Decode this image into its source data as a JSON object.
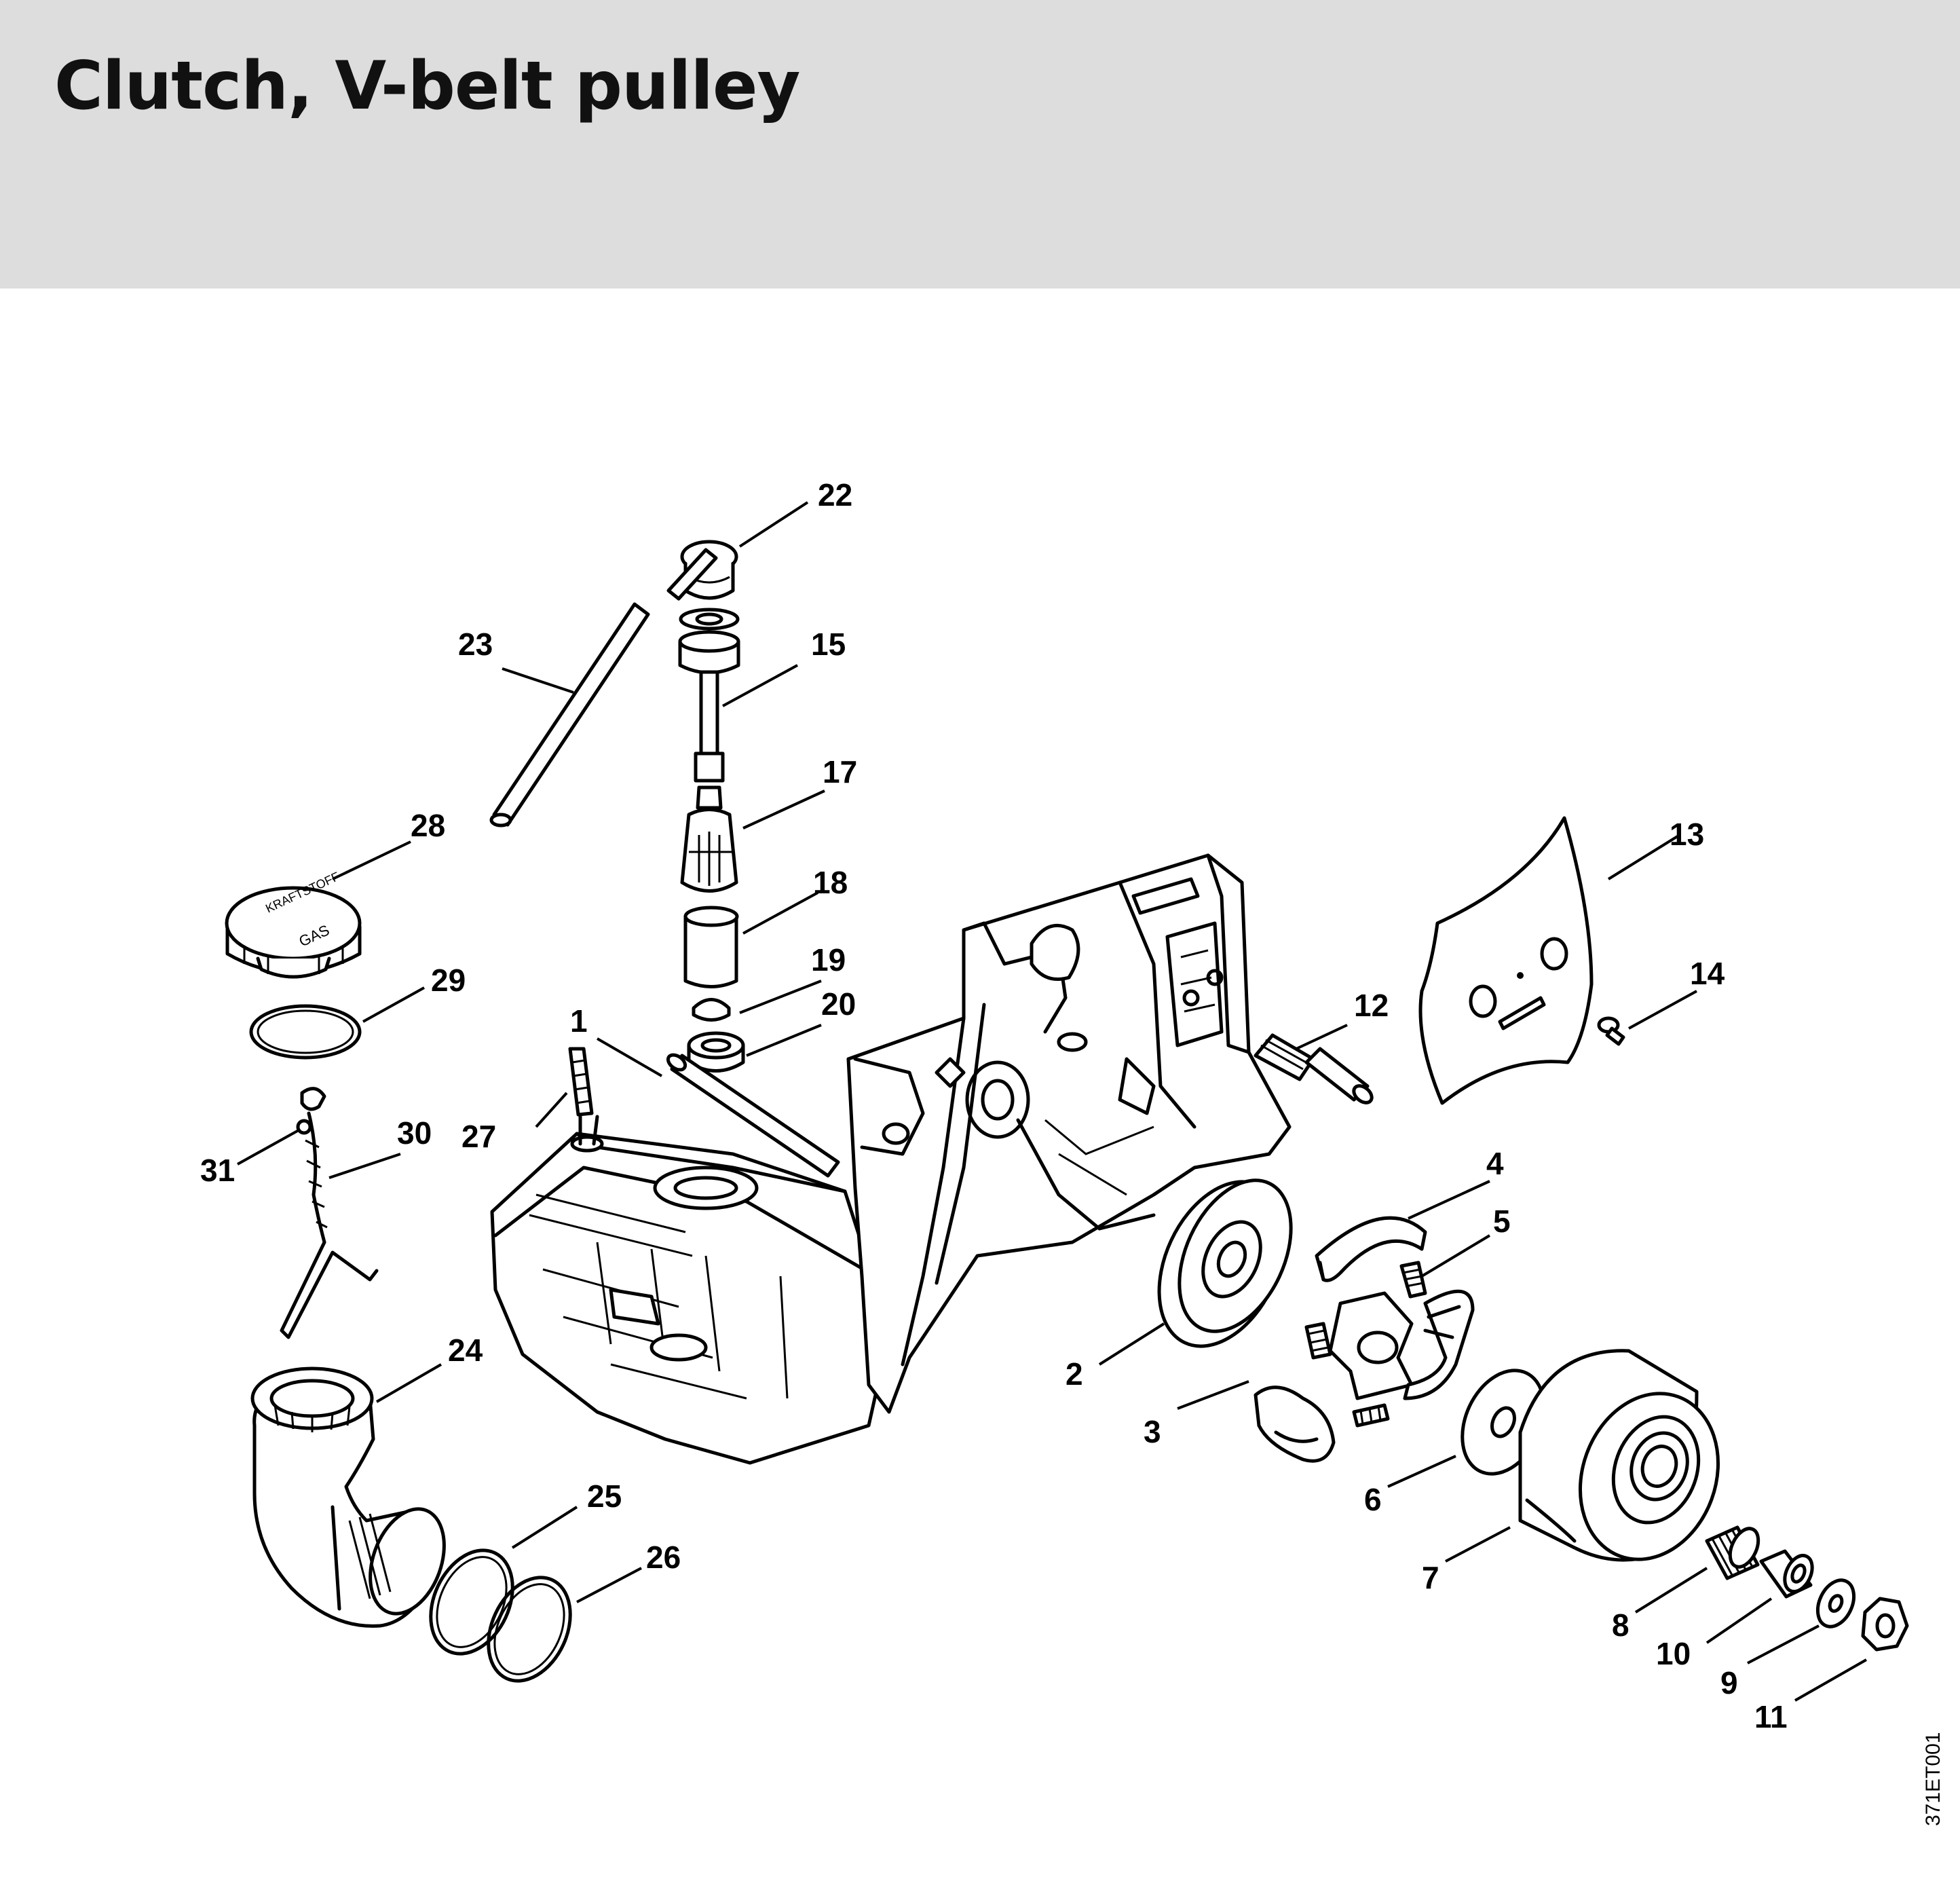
{
  "header": {
    "title": "Clutch, V-belt pulley"
  },
  "diagram": {
    "code": "371ET001",
    "callouts": [
      "1",
      "2",
      "3",
      "4",
      "5",
      "6",
      "7",
      "8",
      "9",
      "10",
      "11",
      "12",
      "13",
      "14",
      "15",
      "17",
      "18",
      "19",
      "20",
      "22",
      "23",
      "24",
      "25",
      "26",
      "27",
      "28",
      "29",
      "30",
      "31"
    ],
    "cap_text_1": "KRAFTSTOFF",
    "cap_text_2": "GAS"
  }
}
